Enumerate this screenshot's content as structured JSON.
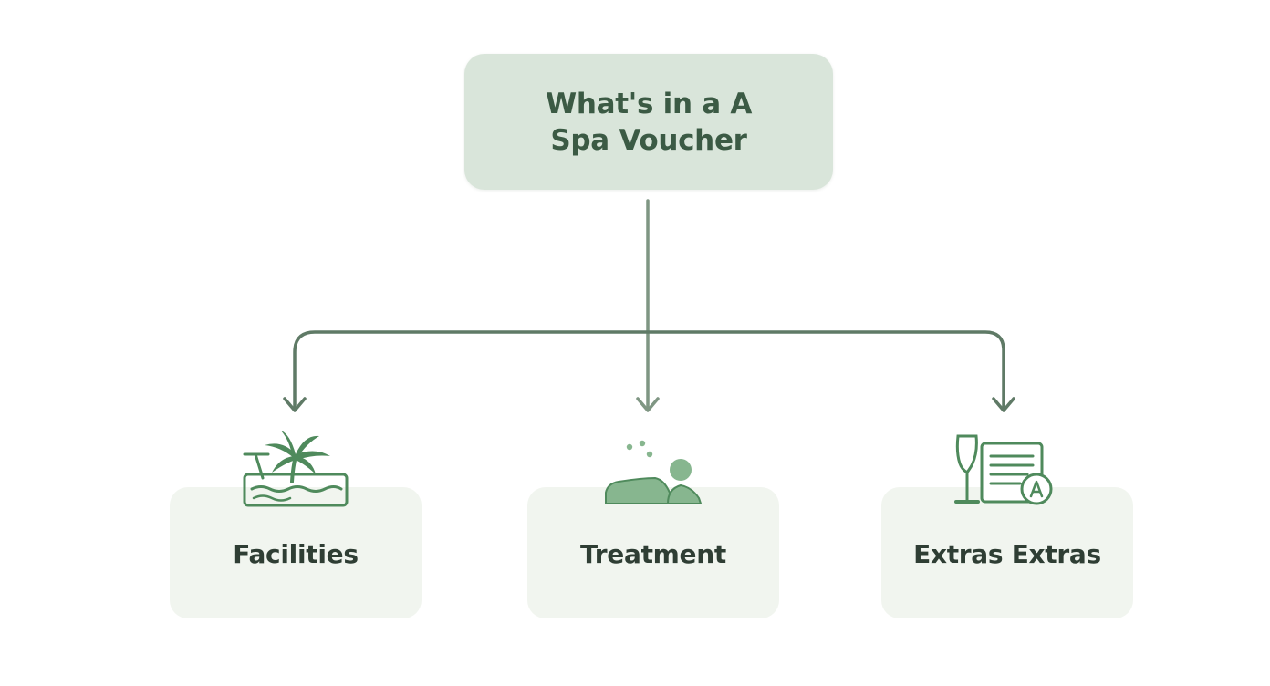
{
  "diagram": {
    "root": {
      "title": "What's in a A Spa Voucher"
    },
    "children": [
      {
        "label": "Facilities",
        "icon": "palm-tree-pool-icon"
      },
      {
        "label": "Treatment",
        "icon": "massage-person-icon"
      },
      {
        "label": "Extras Extras",
        "icon": "wine-glass-menu-icon"
      }
    ]
  },
  "colors": {
    "root_fill": "#d9e5da",
    "child_fill": "#f1f5ef",
    "connector": "#5f7a66",
    "icon_green": "#4f8a5c",
    "icon_light_green": "#87b68f",
    "text_dark": "#2f3e34",
    "text_root": "#3b5a44"
  }
}
